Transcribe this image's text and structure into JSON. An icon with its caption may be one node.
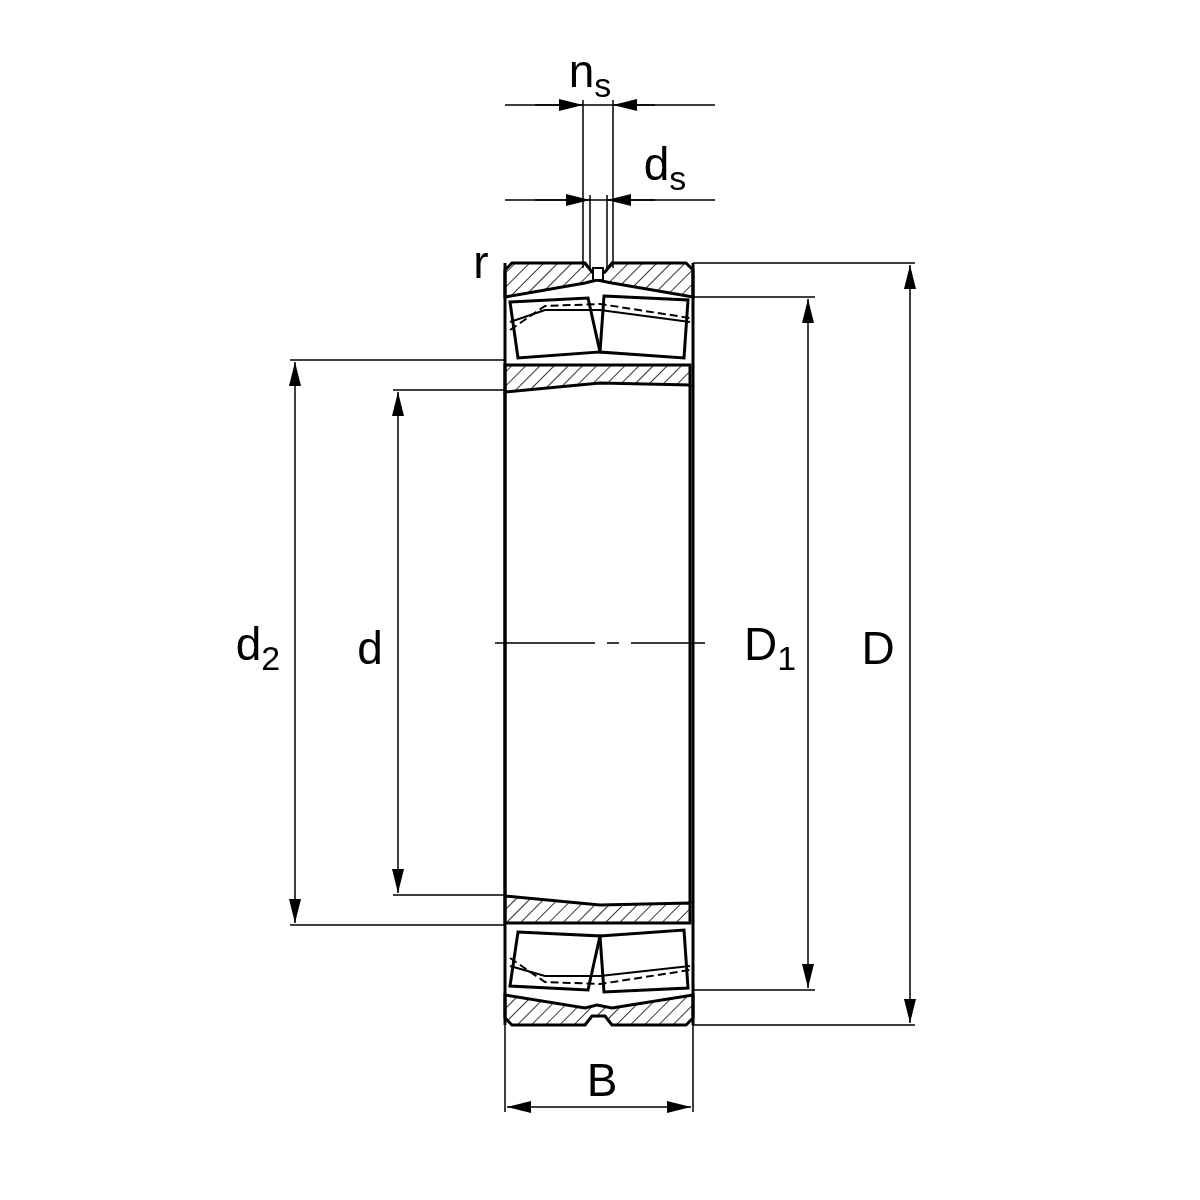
{
  "diagram": {
    "labels": [
      "n$_{s}$",
      "d$_{s}$",
      "r",
      "d$_{2}$",
      "d",
      "D$_{1}$",
      "D",
      "B"
    ]
  }
}
